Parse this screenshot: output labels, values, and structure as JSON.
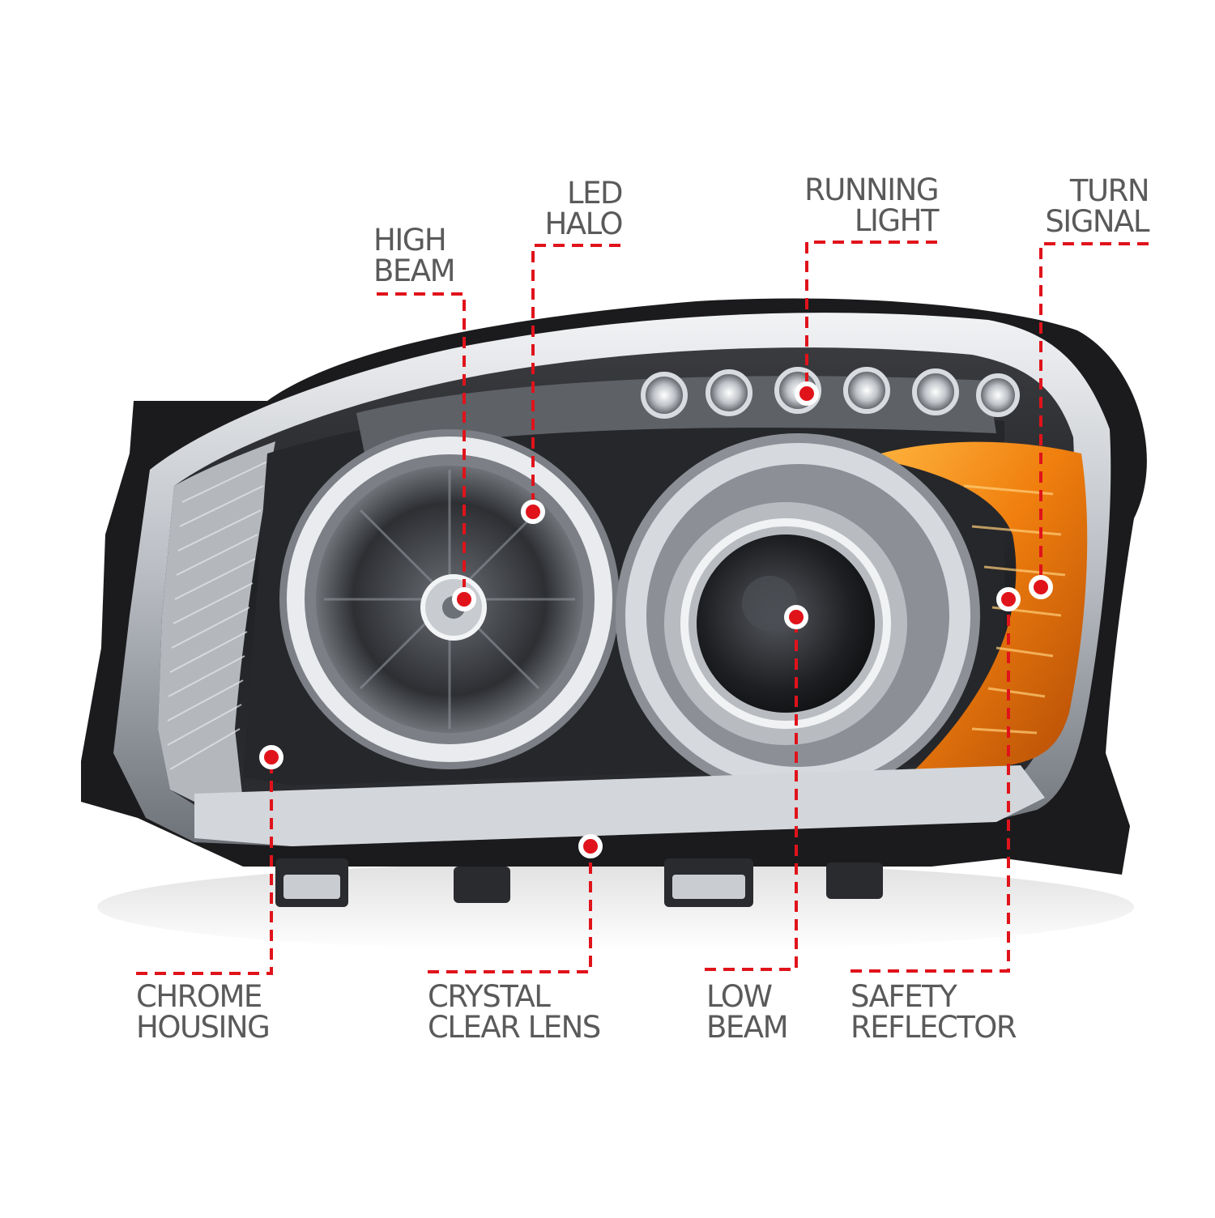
{
  "colors": {
    "callout_red": "#e0131b",
    "label_gray": "#5a5a5a",
    "amber": "#f08a12",
    "chrome": "#c9ccd0",
    "housing_black": "#1b1b1d"
  },
  "callouts": {
    "high_beam": {
      "line1": "HIGH",
      "line2": "BEAM"
    },
    "led_halo": {
      "line1": "LED",
      "line2": "HALO"
    },
    "running_light": {
      "line1": "RUNNING",
      "line2": "LIGHT"
    },
    "turn_signal": {
      "line1": "TURN",
      "line2": "SIGNAL"
    },
    "chrome_housing": {
      "line1": "CHROME",
      "line2": "HOUSING"
    },
    "crystal_clear_lens": {
      "line1": "CRYSTAL",
      "line2": "CLEAR LENS"
    },
    "low_beam": {
      "line1": "LOW",
      "line2": "BEAM"
    },
    "safety_reflector": {
      "line1": "SAFETY",
      "line2": "REFLECTOR"
    }
  }
}
